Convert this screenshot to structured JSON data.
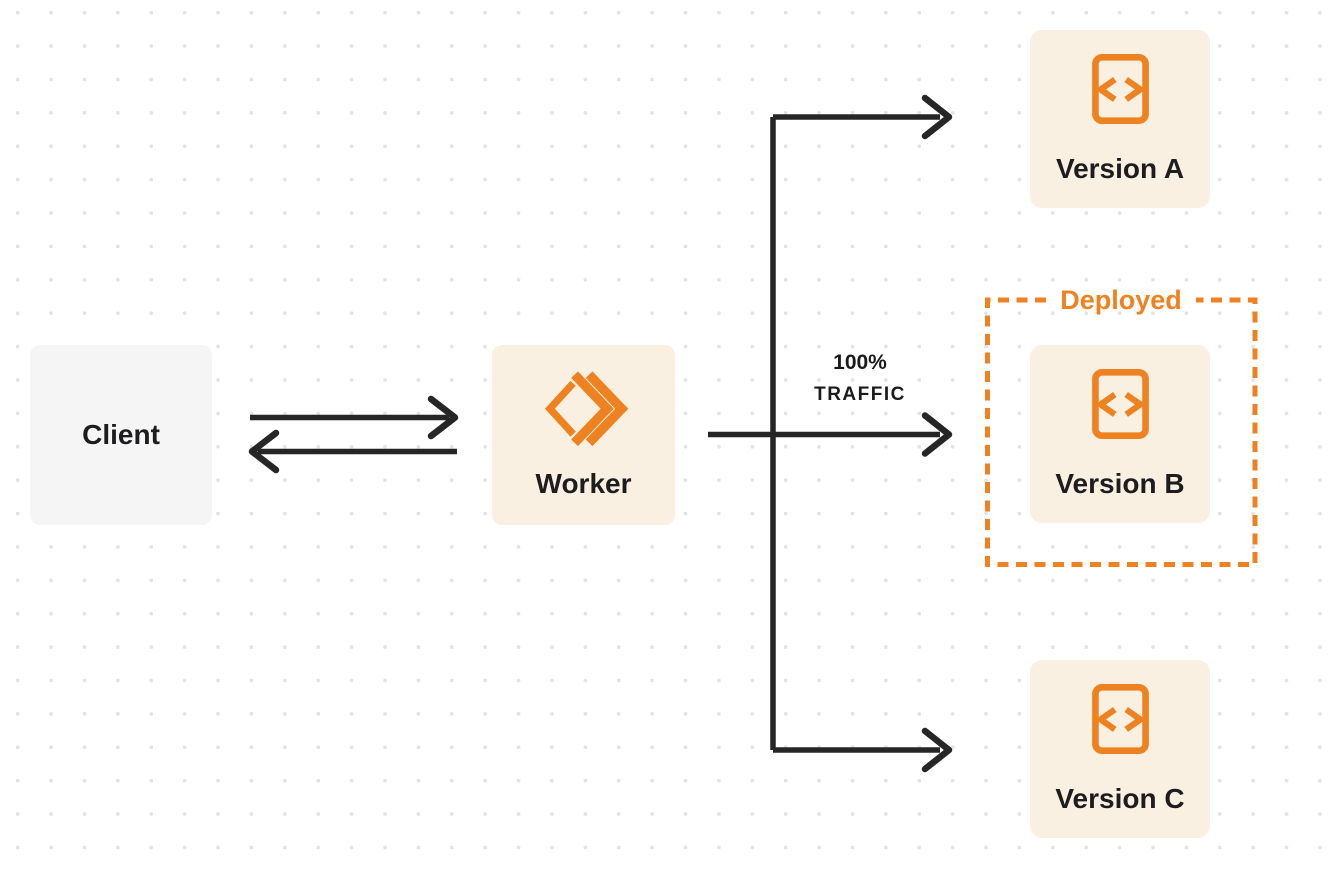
{
  "colors": {
    "background": "#ffffff",
    "dot_grid": "#e3e3e6",
    "accent_orange": "#ef8220",
    "node_cream": "#faf0e1",
    "node_gray": "#f5f5f6",
    "line_dark": "#262626",
    "text_dark": "#1d1d1f"
  },
  "nodes": {
    "client": {
      "label": "Client"
    },
    "worker": {
      "label": "Worker",
      "icon": "workers-logo-icon"
    },
    "version_a": {
      "label": "Version A",
      "icon": "code-file-icon"
    },
    "version_b": {
      "label": "Version B",
      "icon": "code-file-icon"
    },
    "version_c": {
      "label": "Version C",
      "icon": "code-file-icon"
    }
  },
  "deployed_group": {
    "label": "Deployed",
    "contains": "version_b"
  },
  "traffic_label": {
    "line1": "100%",
    "line2": "TRAFFIC"
  },
  "edges": [
    {
      "from": "client",
      "to": "worker",
      "style": "arrow"
    },
    {
      "from": "worker",
      "to": "client",
      "style": "arrow"
    },
    {
      "from": "worker",
      "to": "version_a",
      "style": "arrow"
    },
    {
      "from": "worker",
      "to": "version_b",
      "style": "arrow",
      "label": "100% TRAFFIC"
    },
    {
      "from": "worker",
      "to": "version_c",
      "style": "arrow"
    }
  ]
}
